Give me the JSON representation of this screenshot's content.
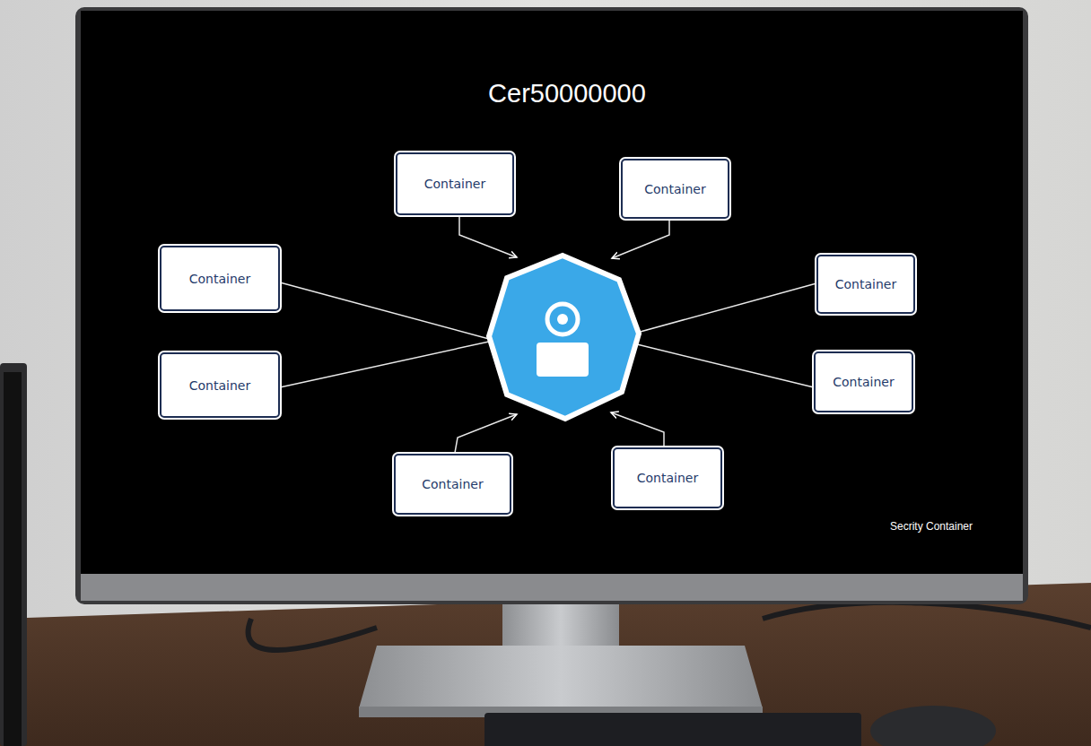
{
  "diagram": {
    "title": "Cer50000000",
    "nodes": [
      {
        "text": [
          "Container"
        ]
      },
      {
        "text": [
          "Container"
        ]
      },
      {
        "text": [
          "Container"
        ]
      },
      {
        "text": [
          "Container"
        ]
      },
      {
        "text": [
          "Container"
        ]
      },
      {
        "text": [
          "Container"
        ]
      },
      {
        "text": [
          "Container"
        ]
      },
      {
        "text": [
          "Container"
        ]
      }
    ],
    "labels": [
      "Secrity Container"
    ]
  }
}
